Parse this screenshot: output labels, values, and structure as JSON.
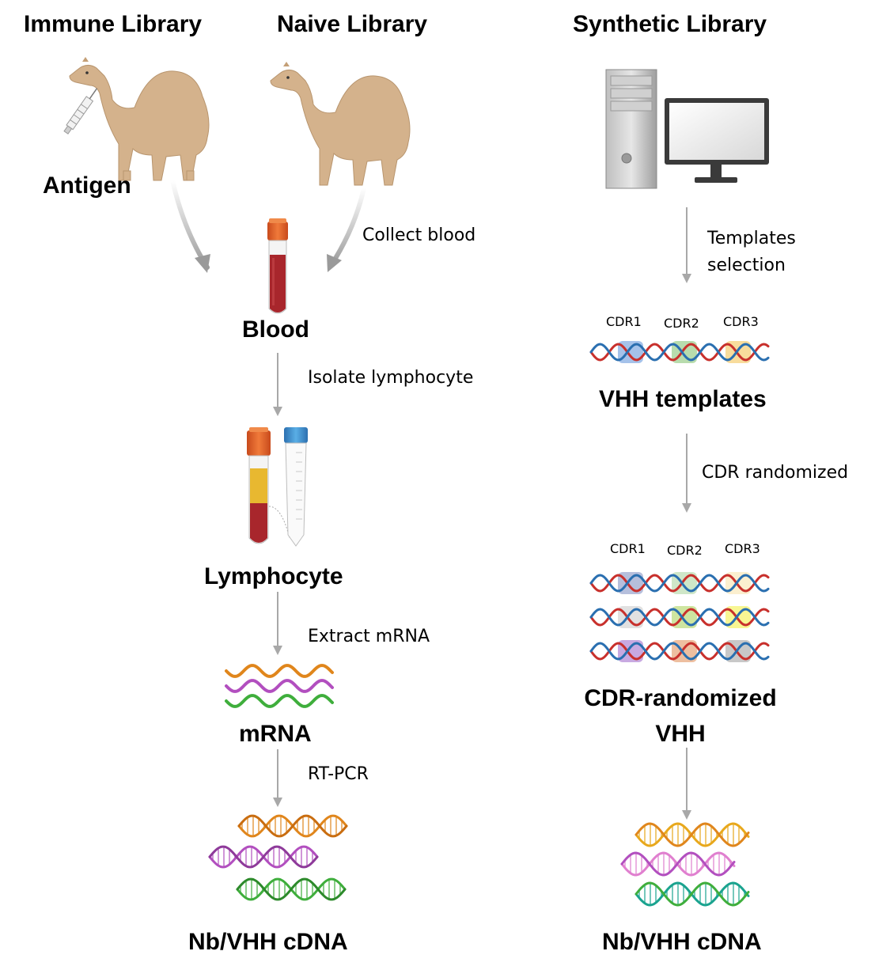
{
  "titles": {
    "immune": "Immune Library",
    "naive": "Naive Library",
    "synthetic": "Synthetic Library"
  },
  "labels": {
    "antigen": "Antigen",
    "blood": "Blood",
    "lymphocyte": "Lymphocyte",
    "mrna": "mRNA",
    "cdna_left": "Nb/VHH cDNA",
    "vhh_templates": "VHH templates",
    "cdr_randomized_line1": "CDR-randomized",
    "cdr_randomized_line2": "VHH",
    "cdna_right": "Nb/VHH cDNA"
  },
  "steps": {
    "collect_blood": "Collect blood",
    "isolate_lymphocyte": "Isolate lymphocyte",
    "extract_mrna": "Extract mRNA",
    "rt_pcr": "RT-PCR",
    "templates_selection_line1": "Templates",
    "templates_selection_line2": "selection",
    "cdr_randomized": "CDR randomized"
  },
  "cdr": {
    "labels": [
      "CDR1",
      "CDR2",
      "CDR3"
    ]
  },
  "colors": {
    "camel": "#d4b28c",
    "blood": "#a8262c",
    "cap_orange": "#e0602a",
    "cap_blue": "#3c8fd0",
    "plasma": "#e8b830",
    "dna_red": "#c8302c",
    "dna_blue": "#2a6fb0",
    "strand_orange": "#e0861c",
    "strand_purple": "#b24fbf",
    "strand_green": "#3fae3c",
    "arrow_gray": "#a8a8a8"
  }
}
